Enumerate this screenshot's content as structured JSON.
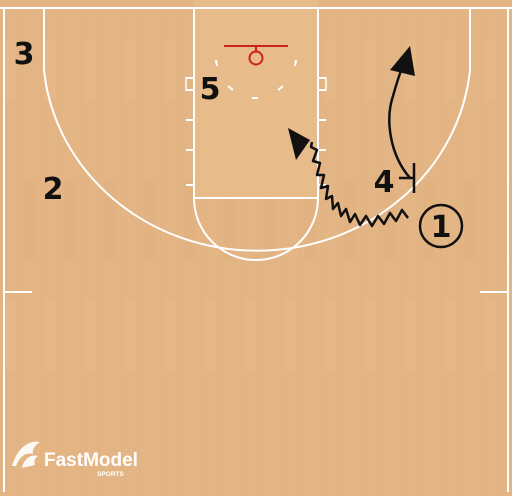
{
  "diagram": {
    "players": [
      {
        "id": "p1",
        "label": "1",
        "circled": true
      },
      {
        "id": "p2",
        "label": "2",
        "circled": false
      },
      {
        "id": "p3",
        "label": "3",
        "circled": false
      },
      {
        "id": "p4",
        "label": "4",
        "circled": false
      },
      {
        "id": "p5",
        "label": "5",
        "circled": false
      }
    ],
    "actions": [
      {
        "type": "dribble",
        "player": "1"
      },
      {
        "type": "screen",
        "player": "4"
      },
      {
        "type": "cut",
        "player": "4"
      }
    ],
    "colors": {
      "court": "#e4b584",
      "lines": "#ffffff",
      "rim": "#cc2222",
      "ink": "#111111"
    }
  },
  "branding": {
    "logo_main": "FastModel",
    "logo_sub": "SPORTS"
  }
}
